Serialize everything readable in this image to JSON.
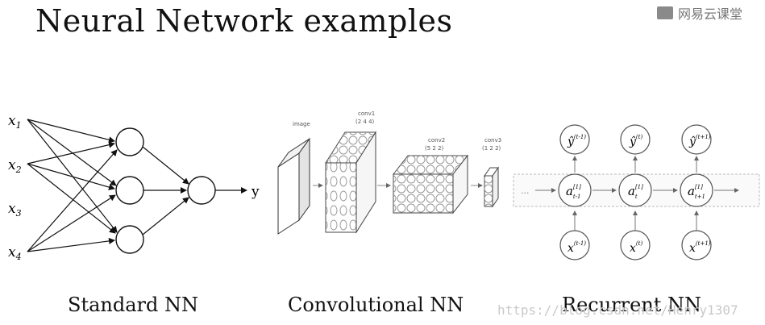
{
  "title": "Neural Network examples",
  "logo": {
    "text": "网易云课堂",
    "icon": "netease-cloud-classroom-icon"
  },
  "standard_nn": {
    "caption": "Standard NN",
    "inputs": [
      {
        "base": "x",
        "sub": "1"
      },
      {
        "base": "x",
        "sub": "2"
      },
      {
        "base": "x",
        "sub": "3"
      },
      {
        "base": "x",
        "sub": "4"
      }
    ],
    "output": "y"
  },
  "cnn": {
    "caption": "Convolutional NN",
    "image_label": "image",
    "conv1_label": "conv1",
    "conv1_dims": "(2  4  4)",
    "conv2_label": "conv2",
    "conv2_dims": "(5  2  2)",
    "conv3_label": "conv3",
    "conv3_dims": "(1  2  2)"
  },
  "rnn": {
    "caption": "Recurrent NN",
    "outputs": [
      {
        "base": "ŷ",
        "sup": "(t-1)"
      },
      {
        "base": "ŷ",
        "sup": "(t)"
      },
      {
        "base": "ŷ",
        "sup": "(t+1)"
      }
    ],
    "hidden": [
      {
        "base": "a",
        "sup": "[1]",
        "sub": "t-1"
      },
      {
        "base": "a",
        "sup": "[1]",
        "sub": "t"
      },
      {
        "base": "a",
        "sup": "[1]",
        "sub": "t+1"
      }
    ],
    "inputs": [
      {
        "base": "x",
        "sup": "(t-1)"
      },
      {
        "base": "x",
        "sup": "(t)"
      },
      {
        "base": "x",
        "sup": "(t+1)"
      }
    ],
    "dots": "..."
  },
  "watermark": "https://blog.csdn.net/Henry1307"
}
